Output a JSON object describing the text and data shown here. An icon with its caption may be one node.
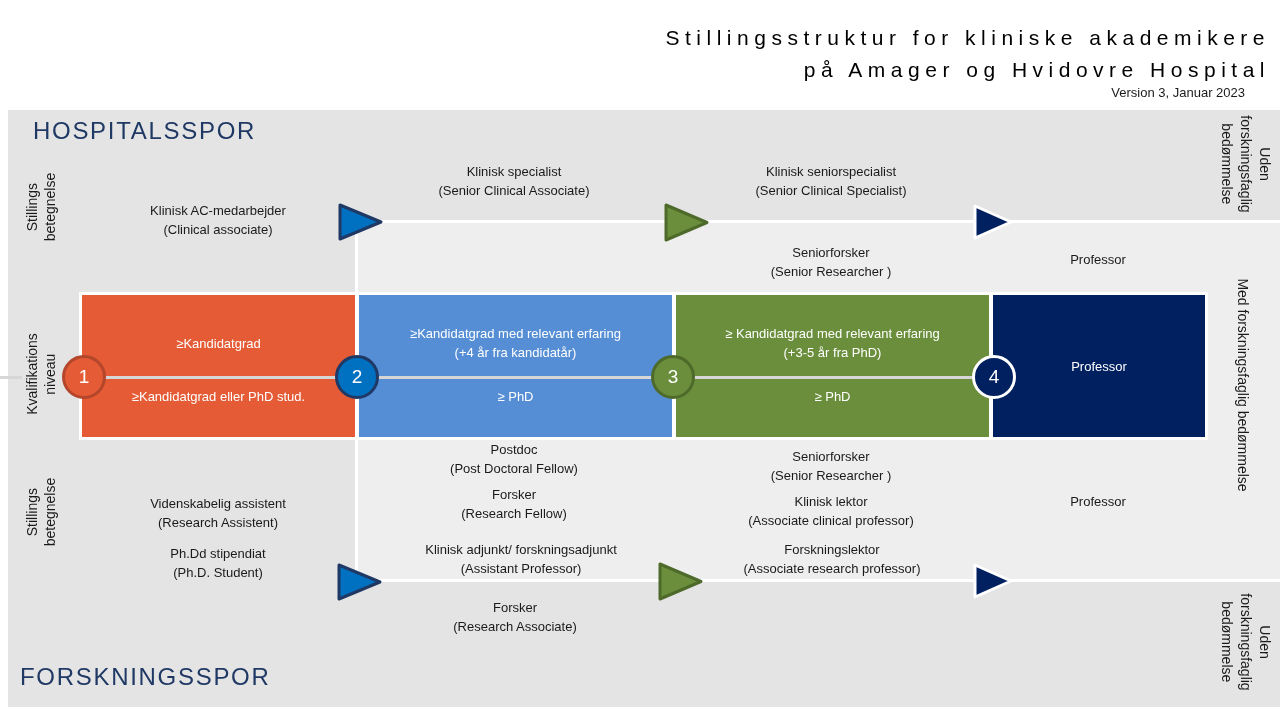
{
  "diagram": {
    "title": "Stillingsstruktur for kliniske akademikere på Amager og Hvidovre Hospital",
    "nodes": [
      {
        "text": [
          "1"
        ]
      },
      {
        "text": [
          "≥Kandidatgrad",
          "≥Kandidatgrad eller PhD stud."
        ]
      },
      {
        "text": [
          "2"
        ]
      },
      {
        "text": [
          "≥Kandidatgrad med relevant erfaring (+4 år fra kandidatår)",
          "≥ PhD"
        ]
      },
      {
        "text": [
          "3"
        ]
      },
      {
        "text": [
          "≥ Kandidatgrad med relevant erfaring (+3-5 år fra PhD)",
          "≥ PhD"
        ]
      },
      {
        "text": [
          "4"
        ]
      },
      {
        "text": [
          "Professor"
        ]
      }
    ],
    "labels": [
      "Version 3, Januar 2023",
      "HOSPITALSSPOR",
      "Klinisk specialist (Senior Clinical Associate)",
      "Klinisk seniorspecialist (Senior Clinical Specialist)",
      "Uden forskningsfaglig bedømmelse",
      "Stillings betegnelse",
      "Klinisk AC-medarbejder (Clinical associate)",
      "Seniorforsker (Senior Researcher )",
      "Professor",
      "Med forskningsfaglig bedømmelse",
      "Kvalifikations niveau",
      "Postdoc (Post Doctoral Fellow)",
      "Seniorforsker (Senior Researcher )",
      "Stillings betegnelse",
      "Videnskabelig assistent (Research Assistent)",
      "Forsker (Research Fellow)",
      "Klinisk lektor (Associate clinical professor)",
      "Professor",
      "Ph.Dd stipendiat (Ph.D. Student)",
      "Klinisk adjunkt/ forskningsadjunkt (Assistant Professor)",
      "Forskningslektor (Associate research professor)",
      "Forsker (Research Associate)",
      "Uden forskningsfaglig bedømmelse",
      "FORSKNINGSSPOR"
    ]
  }
}
